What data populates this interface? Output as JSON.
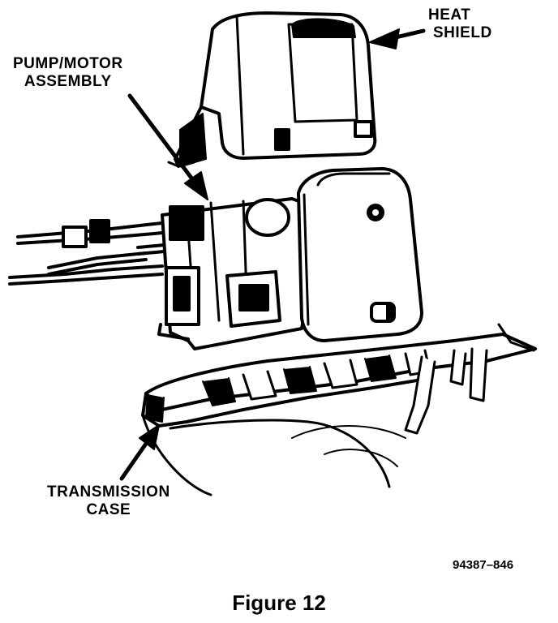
{
  "figure": {
    "callouts": {
      "heat_shield": [
        "HEAT",
        "SHIELD"
      ],
      "pump_motor": [
        "PUMP/MOTOR",
        "ASSEMBLY"
      ],
      "transmission_case": [
        "TRANSMISSION",
        "CASE"
      ]
    },
    "drawing_code": "94387–846",
    "caption": "Figure 12"
  }
}
